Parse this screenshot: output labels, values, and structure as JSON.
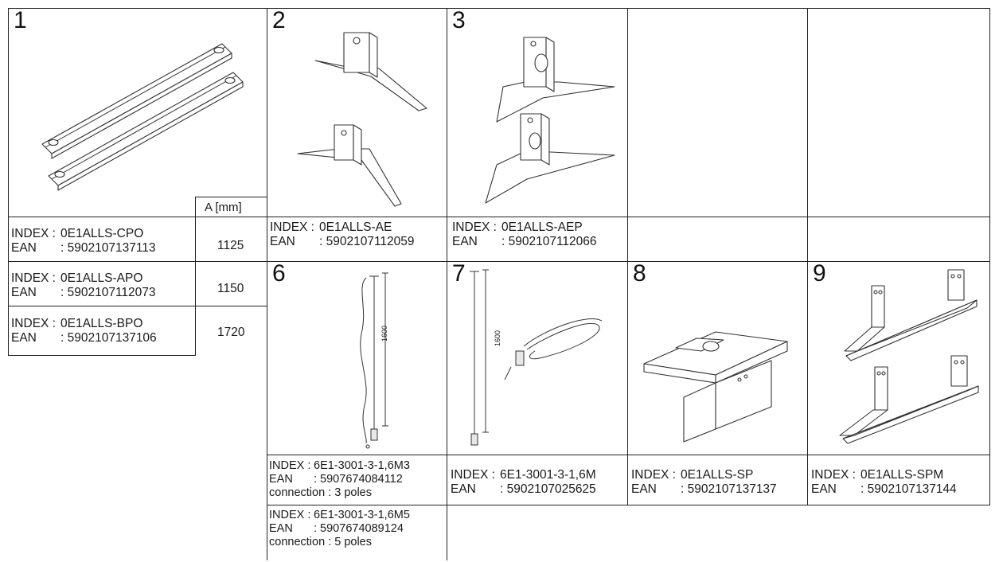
{
  "cells": {
    "c1": {
      "number": "1",
      "col_header": "A [mm]"
    },
    "c2": {
      "number": "2"
    },
    "c3": {
      "number": "3"
    },
    "c6": {
      "number": "6",
      "dim": "1600"
    },
    "c7": {
      "number": "7",
      "dim": "1600"
    },
    "c8": {
      "number": "8"
    },
    "c9": {
      "number": "9"
    }
  },
  "rows_a": [
    {
      "index_label": "INDEX :",
      "index": "0E1ALLS-CPO",
      "ean_label": "EAN",
      "ean": ": 5902107137113",
      "a": "1125"
    },
    {
      "index_label": "INDEX :",
      "index": "0E1ALLS-APO",
      "ean_label": "EAN",
      "ean": ": 5902107112073",
      "a": "1150"
    },
    {
      "index_label": "INDEX :",
      "index": "0E1ALLS-BPO",
      "ean_label": "EAN",
      "ean": ": 5902107137106",
      "a": "1720"
    }
  ],
  "products": {
    "p2": {
      "index_label": "INDEX :",
      "index": "0E1ALLS-AE",
      "ean_label": "EAN",
      "ean": ": 5902107112059"
    },
    "p3": {
      "index_label": "INDEX :",
      "index": "0E1ALLS-AEP",
      "ean_label": "EAN",
      "ean": ": 5902107112066"
    },
    "p6a": {
      "index_label": "INDEX :",
      "index": "6E1-3001-3-1,6M3",
      "ean_label": "EAN",
      "ean": ": 5907674084112",
      "conn": "connection : 3 poles"
    },
    "p6b": {
      "index_label": "INDEX :",
      "index": "6E1-3001-3-1,6M5",
      "ean_label": "EAN",
      "ean": ": 5907674089124",
      "conn": "connection : 5 poles"
    },
    "p7": {
      "index_label": "INDEX :",
      "index": "6E1-3001-3-1,6M",
      "ean_label": "EAN",
      "ean": ": 5902107025625"
    },
    "p8": {
      "index_label": "INDEX :",
      "index": "0E1ALLS-SP",
      "ean_label": "EAN",
      "ean": ": 5902107137137"
    },
    "p9": {
      "index_label": "INDEX :",
      "index": "0E1ALLS-SPM",
      "ean_label": "EAN",
      "ean": ": 5902107137144"
    }
  }
}
